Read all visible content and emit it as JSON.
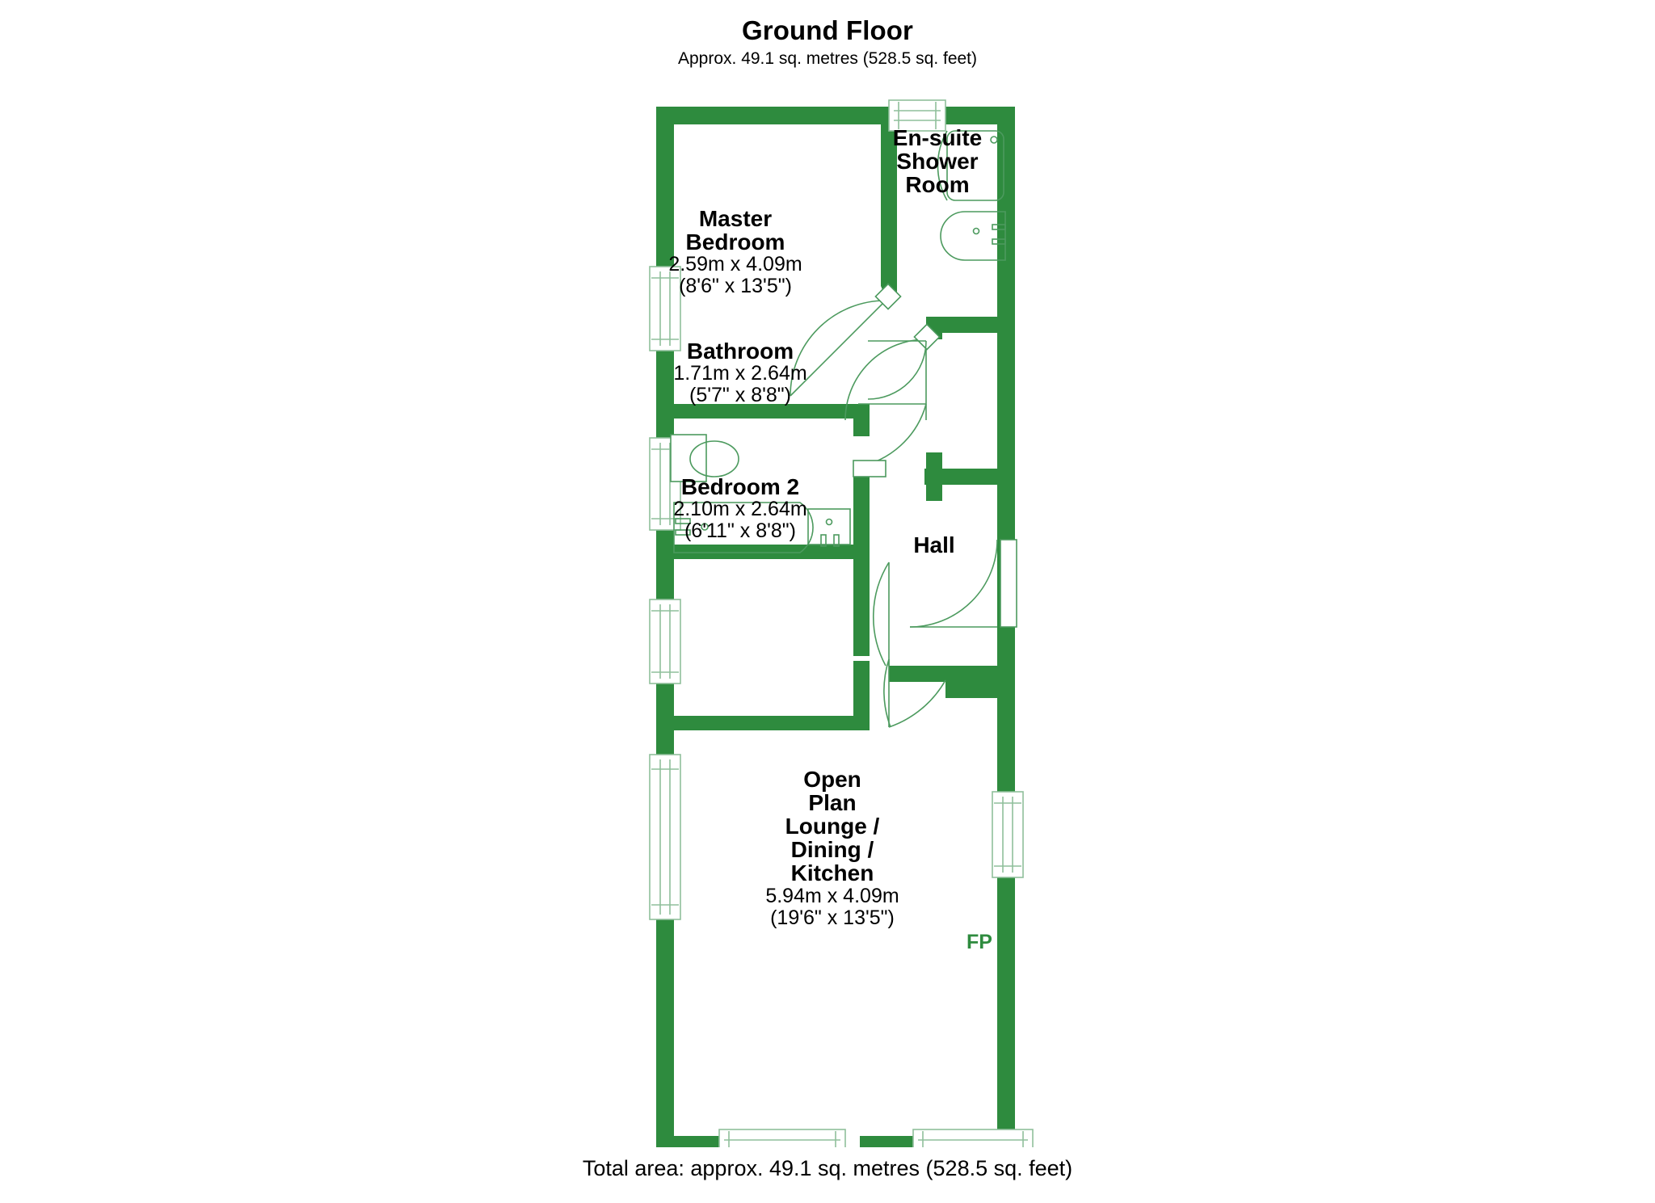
{
  "header": {
    "title": "Ground Floor",
    "subtitle": "Approx. 49.1 sq. metres (528.5 sq. feet)"
  },
  "footer": {
    "total_area": "Total area: approx. 49.1 sq. metres (528.5 sq. feet)"
  },
  "colors": {
    "wall": "#2e8b3e",
    "fixture_stroke": "#4c9a5e",
    "window_stroke": "#8fbf9b",
    "text": "#000000",
    "background": "#ffffff"
  },
  "rooms": [
    {
      "name": "Master\nBedroom",
      "dims_metric": "2.59m x 4.09m",
      "dims_imperial": "(8'6\" x 13'5\")"
    },
    {
      "name": "En-suite\nShower\nRoom",
      "dims_metric": "",
      "dims_imperial": ""
    },
    {
      "name": "Bathroom",
      "dims_metric": "1.71m x 2.64m",
      "dims_imperial": "(5'7\" x 8'8\")"
    },
    {
      "name": "Bedroom 2",
      "dims_metric": "2.10m x 2.64m",
      "dims_imperial": "(6'11\" x 8'8\")"
    },
    {
      "name": "Hall",
      "dims_metric": "",
      "dims_imperial": ""
    },
    {
      "name": "Open\nPlan\nLounge /\nDining /\nKitchen",
      "dims_metric": "5.94m x 4.09m",
      "dims_imperial": "(19'6\" x 13'5\")"
    }
  ],
  "annotations": {
    "fireplace": "FP"
  }
}
